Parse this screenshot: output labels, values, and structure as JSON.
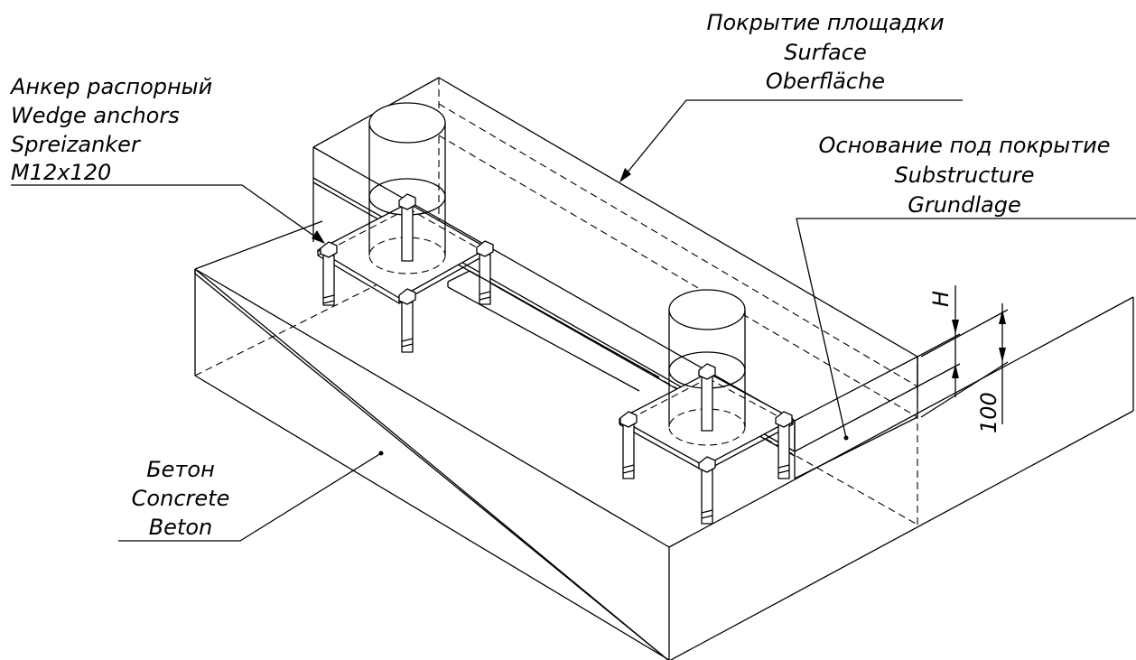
{
  "labels": {
    "surface": {
      "ru": "Покрытие площадки",
      "en": "Surface",
      "de": "Oberfläche"
    },
    "anchor": {
      "ru": "Анкер распорный",
      "en": "Wedge anchors",
      "de": "Spreizanker",
      "size": "M12x120"
    },
    "substructure": {
      "ru": "Основание под покрытие",
      "en": "Substructure",
      "de": "Grundlage"
    },
    "concrete": {
      "ru": "Бетон",
      "en": "Concrete",
      "de": "Beton"
    }
  },
  "dimensions": {
    "surface_thickness": "H",
    "substructure_thickness": "100"
  }
}
